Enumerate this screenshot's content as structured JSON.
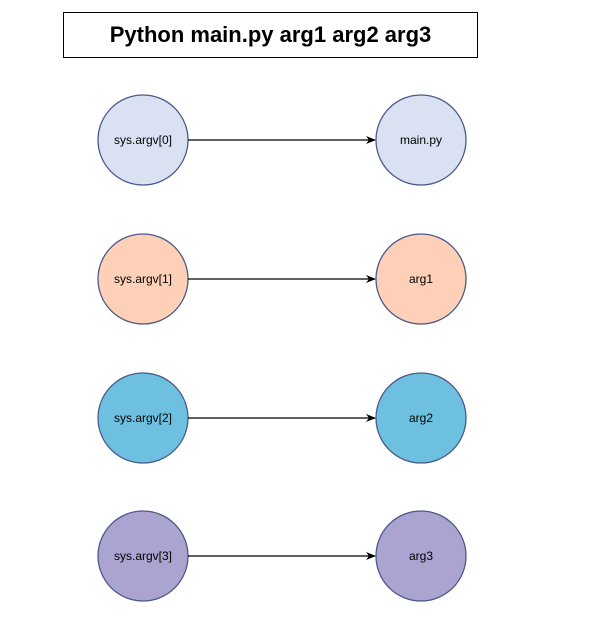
{
  "title": "Python main.py arg1 arg2 arg3",
  "rows": [
    {
      "left": "sys.argv[0]",
      "right": "main.py",
      "color": "#dae1f2"
    },
    {
      "left": "sys.argv[1]",
      "right": "arg1",
      "color": "#fdd0b7"
    },
    {
      "left": "sys.argv[2]",
      "right": "arg2",
      "color": "#6dc0e0"
    },
    {
      "left": "sys.argv[3]",
      "right": "arg3",
      "color": "#aba3d0"
    }
  ],
  "colors": {
    "stroke": "#4a5a8a",
    "arrow": "#000000"
  }
}
